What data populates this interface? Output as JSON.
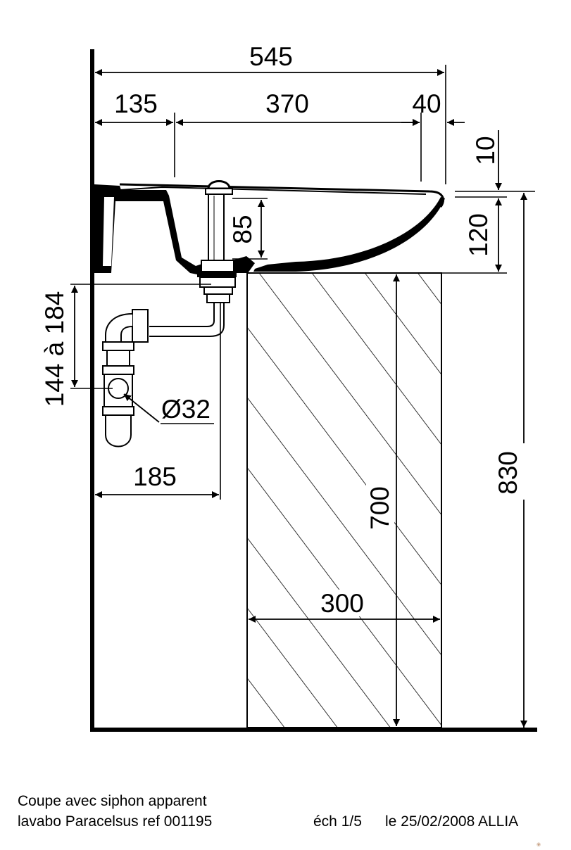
{
  "dimensions": {
    "overall_depth": "545",
    "wall_offset": "135",
    "basin_width": "370",
    "rim": "40",
    "rim_thickness": "10",
    "bowl_height": "120",
    "plug_height": "85",
    "trap_height": "144 à 184",
    "trap_diameter": "Ø32",
    "trap_depth": "185",
    "pedestal_height": "700",
    "pedestal_width": "300",
    "overall_height": "830"
  },
  "caption": {
    "line1": "Coupe avec siphon apparent",
    "model": "lavabo Paracelsus ref 001195",
    "scale": "éch 1/5",
    "date_brand": "le 25/02/2008 ALLIA"
  },
  "colors": {
    "line": "#000000",
    "background": "#ffffff"
  }
}
